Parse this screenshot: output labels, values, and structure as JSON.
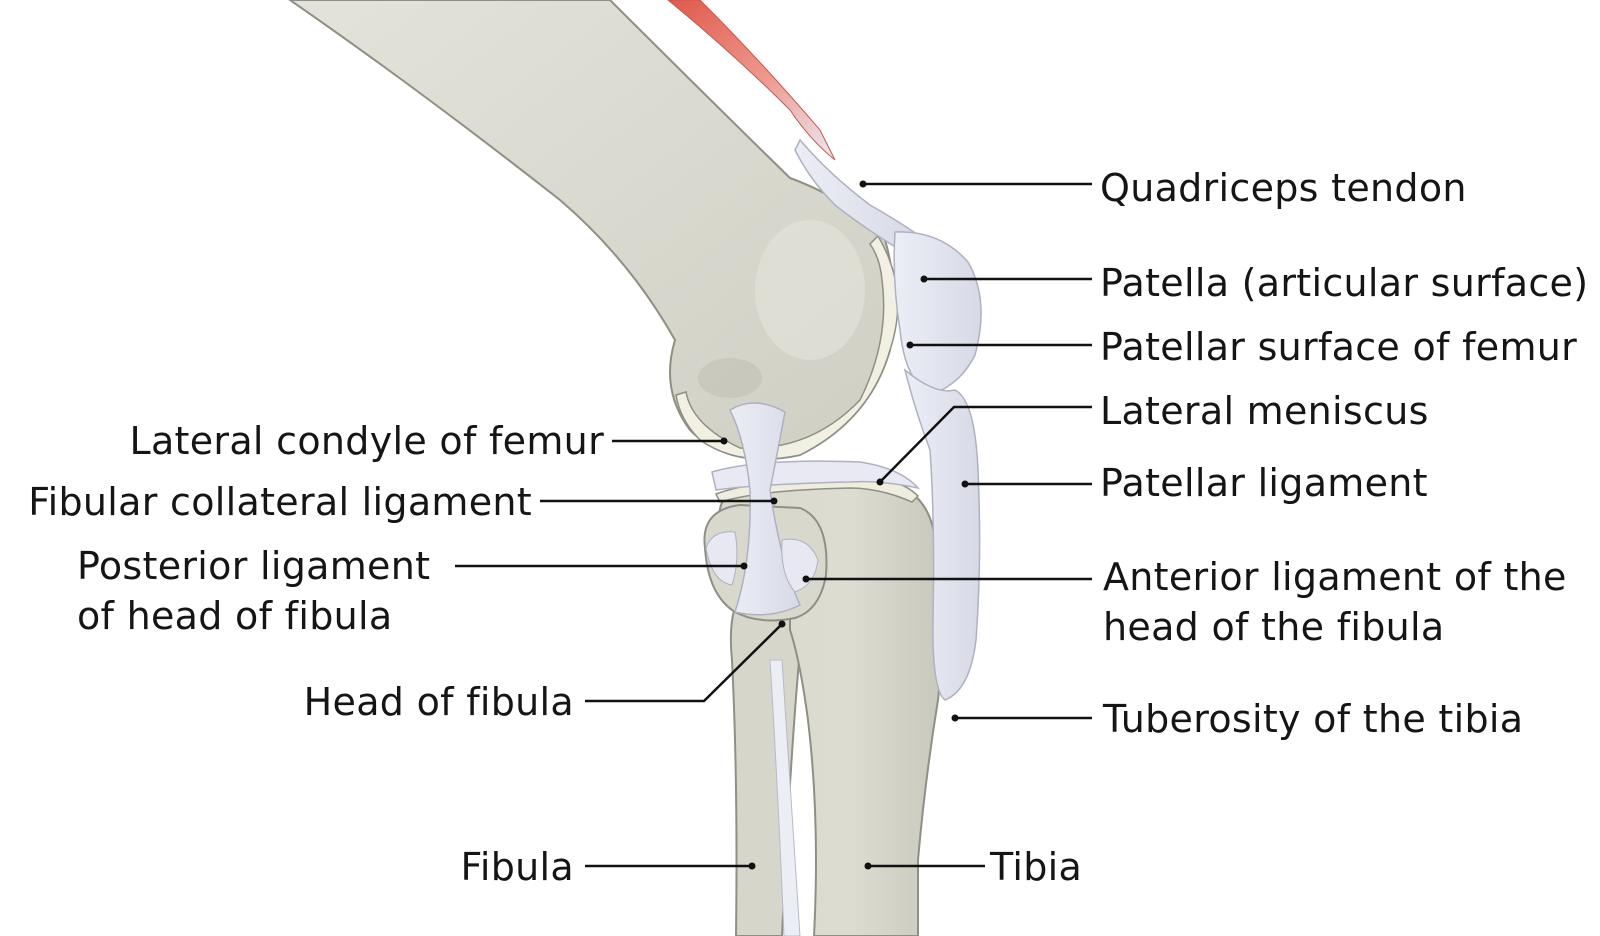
{
  "colors": {
    "bone": "#dcdcd2",
    "bone_shade": "#c9c9bd",
    "bone_outline": "#8f8f86",
    "cartilage": "#f1efe2",
    "ligament": "#e4e6f0",
    "ligament_outline": "#aeb1c2",
    "muscle": "#e46a5c",
    "leader_line": "#111111"
  },
  "labels": {
    "quadriceps_tendon": "Quadriceps tendon",
    "patella_articular_surface": "Patella (articular surface)",
    "patellar_surface_of_femur": "Patellar surface of femur",
    "lateral_meniscus": "Lateral meniscus",
    "patellar_ligament": "Patellar ligament",
    "anterior_ligament_line1": "Anterior ligament of the",
    "anterior_ligament_line2": "head of the fibula",
    "tuberosity_of_tibia": "Tuberosity of the tibia",
    "tibia": "Tibia",
    "lateral_condyle_of_femur": "Lateral condyle of femur",
    "fibular_collateral_ligament": "Fibular collateral ligament",
    "posterior_ligament_line1": "Posterior ligament",
    "posterior_ligament_line2": "of head of fibula",
    "head_of_fibula": "Head of fibula",
    "fibula": "Fibula"
  }
}
